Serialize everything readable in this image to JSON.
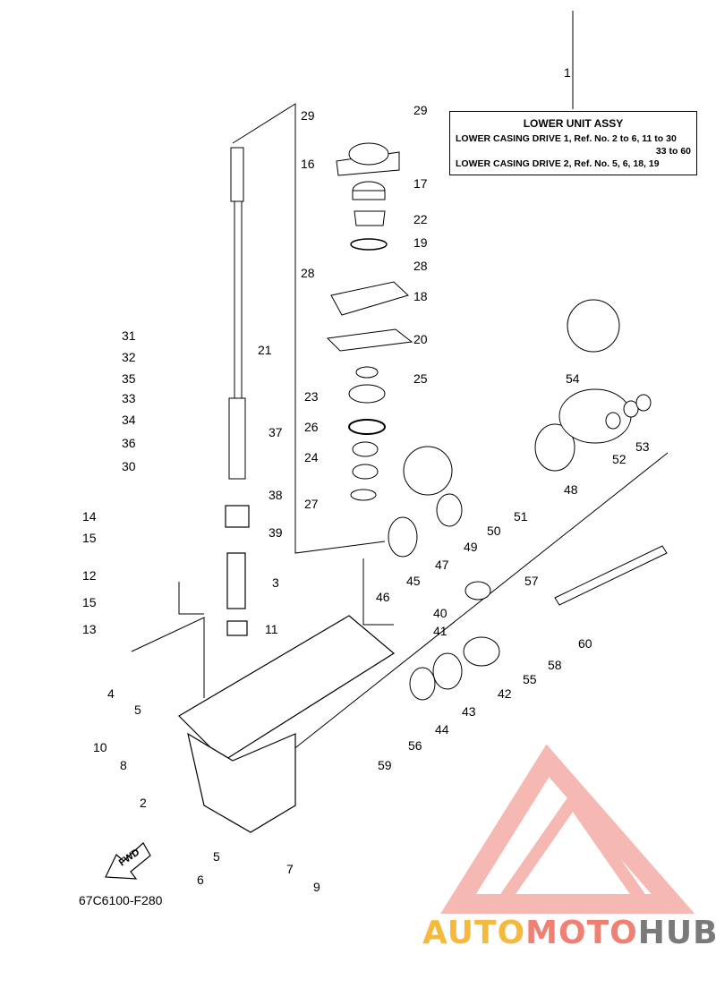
{
  "note_box": {
    "title": "LOWER UNIT ASSY",
    "line1": "LOWER CASING DRIVE 1,  Ref. No. 2 to 6, 11 to 30",
    "line2": "33 to 60",
    "line3": "LOWER CASING DRIVE 2,  Ref. No. 5, 6, 18, 19"
  },
  "diagram_code": "67C6100-F280",
  "fwd_label": "FWD",
  "watermark": {
    "part1": "AUTO",
    "part2": "MOTO",
    "part3": "HUB",
    "color1": "#f5b93e",
    "color2": "#f07f74",
    "color3": "#7a7a7a"
  },
  "callouts": [
    "1",
    "2",
    "3",
    "4",
    "5",
    "5",
    "6",
    "7",
    "8",
    "9",
    "10",
    "11",
    "12",
    "13",
    "14",
    "15",
    "15",
    "16",
    "17",
    "18",
    "19",
    "20",
    "21",
    "22",
    "23",
    "24",
    "25",
    "26",
    "27",
    "28",
    "28",
    "29",
    "29",
    "30",
    "31",
    "32",
    "33",
    "34",
    "35",
    "36",
    "37",
    "38",
    "39",
    "40",
    "41",
    "42",
    "43",
    "44",
    "45",
    "46",
    "47",
    "48",
    "49",
    "50",
    "51",
    "52",
    "53",
    "54",
    "55",
    "56",
    "57",
    "58",
    "59",
    "60"
  ]
}
